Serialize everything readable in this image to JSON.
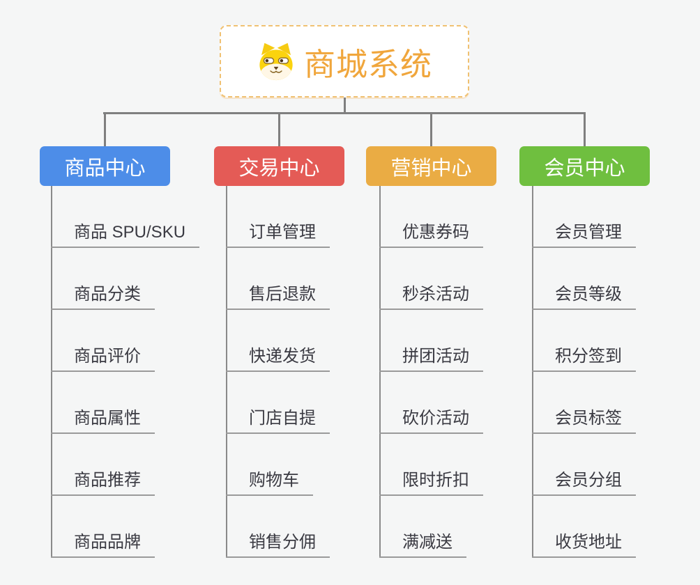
{
  "page": {
    "background_color": "#f5f6f6",
    "connector_color": "#7f7f7f"
  },
  "root": {
    "title": "商城系统",
    "icon": "dog-face-icon",
    "title_color": "#f0a63c",
    "border_color": "#f0c172"
  },
  "branches": [
    {
      "label": "商品中心",
      "color": "#4d8de8",
      "children": [
        "商品 SPU/SKU",
        "商品分类",
        "商品评价",
        "商品属性",
        "商品推荐",
        "商品品牌"
      ]
    },
    {
      "label": "交易中心",
      "color": "#e45b56",
      "children": [
        "订单管理",
        "售后退款",
        "快递发货",
        "门店自提",
        "购物车",
        "销售分佣"
      ]
    },
    {
      "label": "营销中心",
      "color": "#eaac44",
      "children": [
        "优惠券码",
        "秒杀活动",
        "拼团活动",
        "砍价活动",
        "限时折扣",
        "满减送"
      ]
    },
    {
      "label": "会员中心",
      "color": "#6fbf3f",
      "children": [
        "会员管理",
        "会员等级",
        "积分签到",
        "会员标签",
        "会员分组",
        "收货地址"
      ]
    }
  ]
}
